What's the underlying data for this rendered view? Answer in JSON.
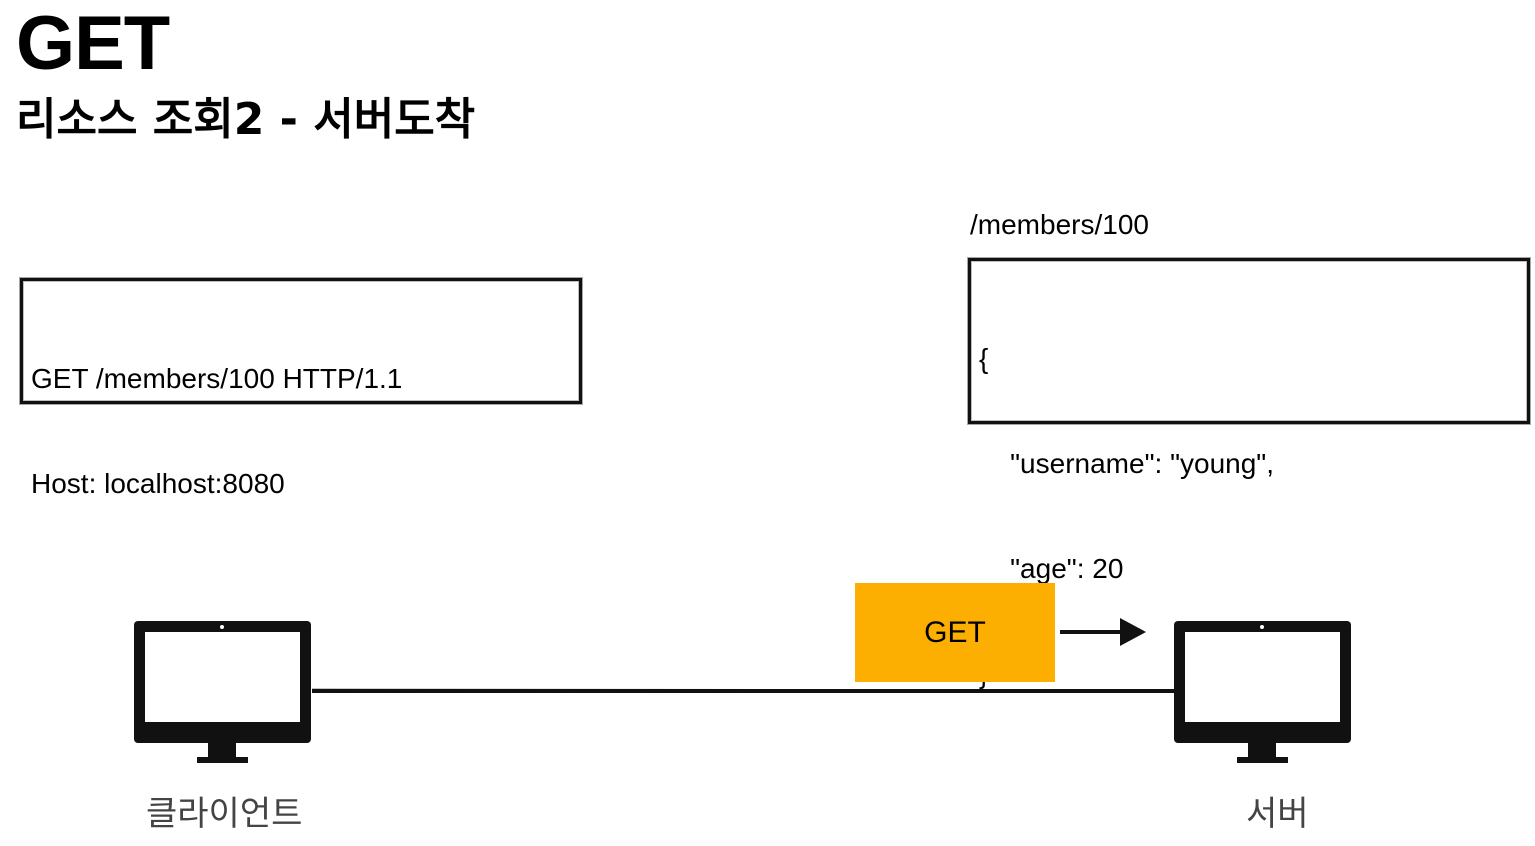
{
  "title": "GET",
  "subtitle": "리소스 조회2 - 서버도착",
  "request": {
    "lines": [
      "GET /members/100 HTTP/1.1",
      "Host: localhost:8080"
    ]
  },
  "server_resource": {
    "path": "/members/100",
    "lines": [
      "{",
      "    \"username\": \"young\",",
      "    \"age\": 20",
      "}"
    ]
  },
  "message_badge": {
    "label": "GET",
    "color": "#FCAF00"
  },
  "client": {
    "label": "클라이언트",
    "icon": "monitor-icon"
  },
  "server": {
    "label": "서버",
    "icon": "monitor-icon"
  }
}
